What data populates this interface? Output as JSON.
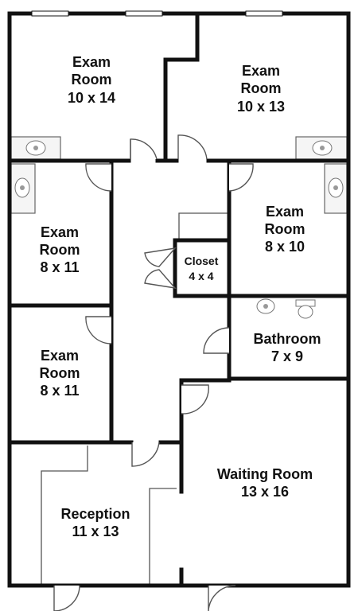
{
  "rooms": {
    "exam_tl": {
      "name": "Exam",
      "name2": "Room",
      "size": "10 x 14"
    },
    "exam_tr": {
      "name": "Exam",
      "name2": "Room",
      "size": "10 x 13"
    },
    "exam_ml": {
      "name": "Exam",
      "name2": "Room",
      "size": "8 x 11"
    },
    "exam_mr": {
      "name": "Exam",
      "name2": "Room",
      "size": "8 x 10"
    },
    "exam_ll": {
      "name": "Exam",
      "name2": "Room",
      "size": "8 x 11"
    },
    "closet": {
      "name": "Closet",
      "size": "4 x 4"
    },
    "bathroom": {
      "name": "Bathroom",
      "size": "7 x 9"
    },
    "waiting": {
      "name": "Waiting Room",
      "size": "13 x 16"
    },
    "reception": {
      "name": "Reception",
      "size": "11 x 13"
    }
  }
}
